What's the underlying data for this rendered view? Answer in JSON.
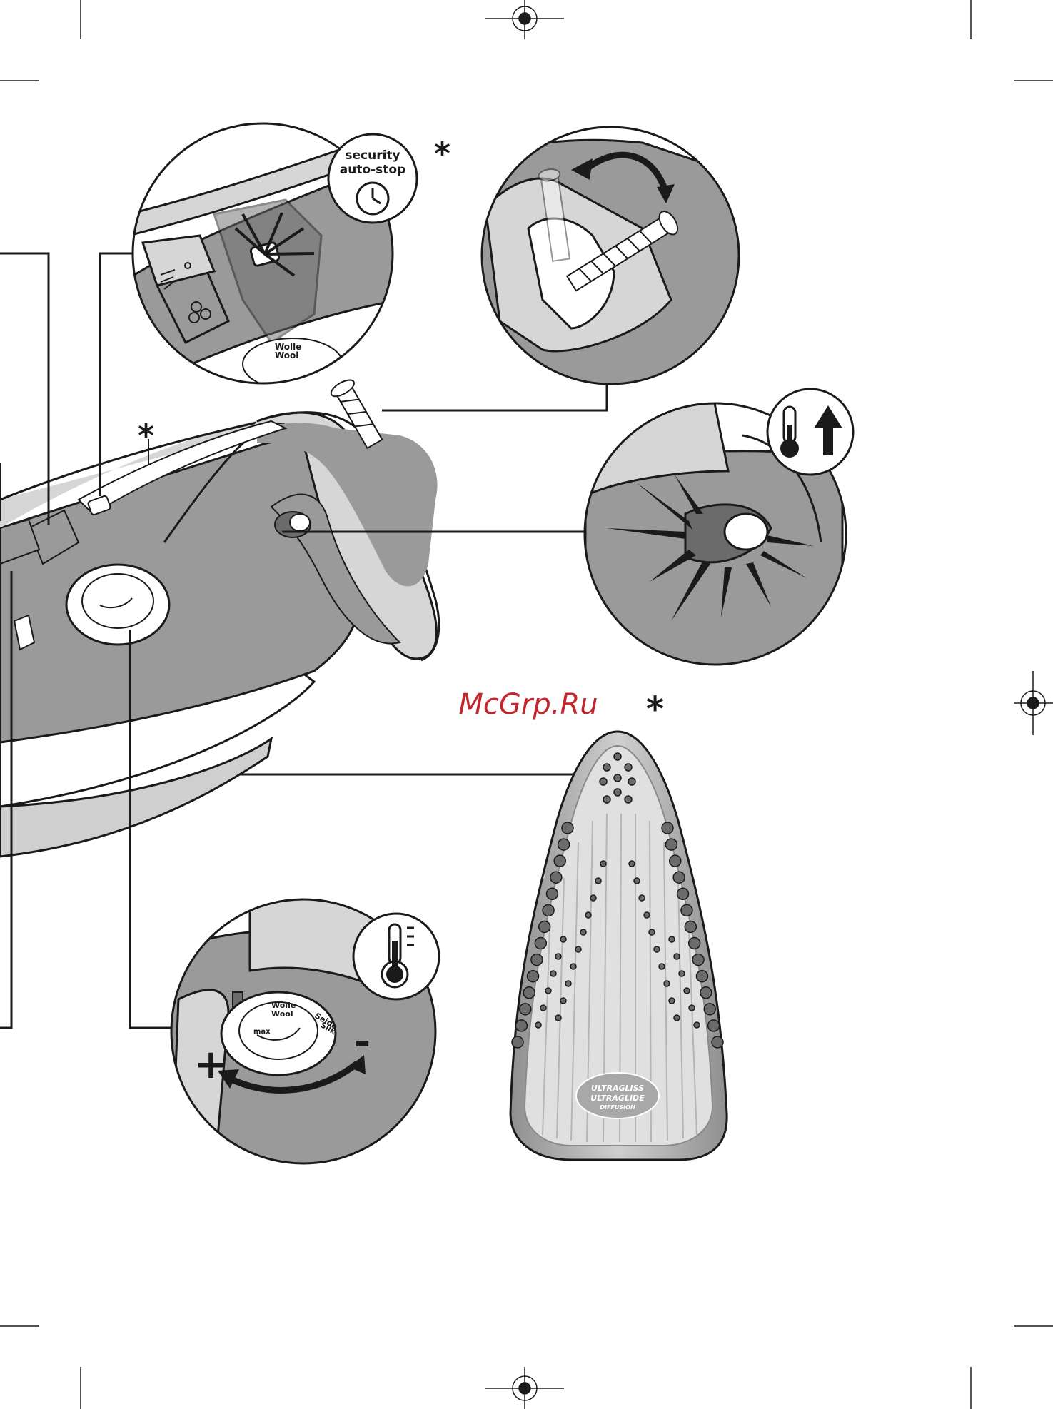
{
  "security_badge": {
    "line1": "security",
    "line2": "auto-stop"
  },
  "asterisk": "*",
  "watermark": "McGrp.Ru",
  "dial": {
    "line1": "Wolle",
    "line2": "Wool",
    "line3": "Seide",
    "line4": "Silk",
    "line5": "max"
  },
  "temp_control": {
    "plus": "+",
    "minus": "-"
  },
  "soleplate": {
    "brand1": "ULTRAGLISS",
    "brand2": "ULTRAGLIDE",
    "brand3": "DIFFUSION"
  },
  "icons": [
    "crosshair-icon",
    "spray-icon",
    "steam-icon",
    "thermometer-icon",
    "thermometer-up-icon",
    "timer-icon",
    "curved-arrow-icon"
  ],
  "colors": {
    "ink": "#1a1a1a",
    "body_gray": "#9a9a9a",
    "light_gray": "#d6d6d6",
    "dark_gray": "#6b6b6b",
    "watermark": "#c1272d"
  }
}
